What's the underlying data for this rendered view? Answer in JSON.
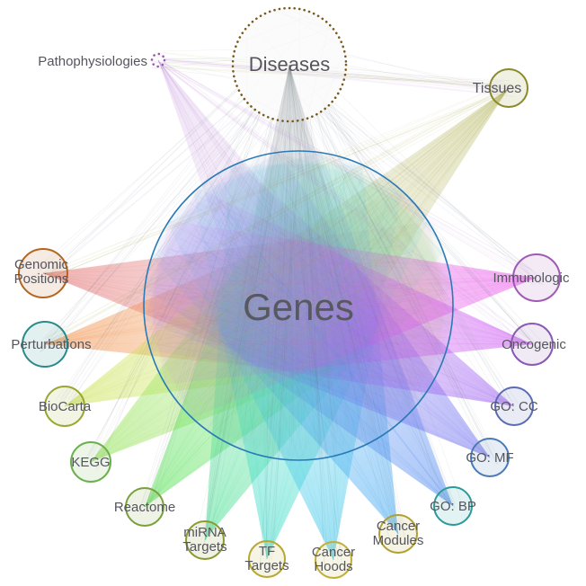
{
  "canvas": {
    "background": "#ffffff",
    "label_color": "#55555e"
  },
  "center_node": {
    "id": "genes",
    "label": "Genes",
    "color": "#2a7ab5"
  },
  "nodes": [
    {
      "id": "pathophysiologies",
      "label": "Pathophysiologies",
      "color": "#9b59b6",
      "fan": "#b070d0",
      "dotted": true
    },
    {
      "id": "diseases",
      "label": "Diseases",
      "color": "#7a5a20",
      "fan": "#78828c",
      "dotted": true
    },
    {
      "id": "tissues",
      "label": "Tissues",
      "color": "#8a8a2a",
      "fan": "#a0a030"
    },
    {
      "id": "genomic-positions",
      "label": "Genomic Positions",
      "color": "#b5651d",
      "fan": "#e06666"
    },
    {
      "id": "perturbations",
      "label": "Perturbations",
      "color": "#2a8a8a",
      "fan": "#f0883c"
    },
    {
      "id": "biocarta",
      "label": "BioCarta",
      "color": "#9aa832",
      "fan": "#c9e04a"
    },
    {
      "id": "kegg",
      "label": "KEGG",
      "color": "#6ab04c",
      "fan": "#8ce04a"
    },
    {
      "id": "reactome",
      "label": "Reactome",
      "color": "#7aa03c",
      "fan": "#4ade4a"
    },
    {
      "id": "mirna-targets",
      "label": "miRNA Targets",
      "color": "#8a9a30",
      "fan": "#3cdc8c"
    },
    {
      "id": "tf-targets",
      "label": "TF Targets",
      "color": "#b8a832",
      "fan": "#2fd8c4"
    },
    {
      "id": "cancer-hoods",
      "label": "Cancer Hoods",
      "color": "#c0b038",
      "fan": "#35c4e8"
    },
    {
      "id": "cancer-modules",
      "label": "Cancer Modules",
      "color": "#b0a030",
      "fan": "#3ba4f0"
    },
    {
      "id": "go-bp",
      "label": "GO: BP",
      "color": "#2a9a9a",
      "fan": "#4a86f0"
    },
    {
      "id": "go-mf",
      "label": "GO: MF",
      "color": "#4a7ab5",
      "fan": "#6a6af0"
    },
    {
      "id": "go-cc",
      "label": "GO: CC",
      "color": "#5a6ab5",
      "fan": "#9a5af0"
    },
    {
      "id": "oncogenic",
      "label": "Oncogenic",
      "color": "#8a5ab5",
      "fan": "#c84af0"
    },
    {
      "id": "immunologic",
      "label": "Immunologic",
      "color": "#a05ab5",
      "fan": "#e84ae8"
    }
  ],
  "edges": [
    {
      "from": "pathophysiologies",
      "to": "genes"
    },
    {
      "from": "diseases",
      "to": "genes"
    },
    {
      "from": "tissues",
      "to": "genes"
    },
    {
      "from": "genomic-positions",
      "to": "genes"
    },
    {
      "from": "perturbations",
      "to": "genes"
    },
    {
      "from": "biocarta",
      "to": "genes"
    },
    {
      "from": "kegg",
      "to": "genes"
    },
    {
      "from": "reactome",
      "to": "genes"
    },
    {
      "from": "mirna-targets",
      "to": "genes"
    },
    {
      "from": "tf-targets",
      "to": "genes"
    },
    {
      "from": "cancer-hoods",
      "to": "genes"
    },
    {
      "from": "cancer-modules",
      "to": "genes"
    },
    {
      "from": "go-bp",
      "to": "genes"
    },
    {
      "from": "go-mf",
      "to": "genes"
    },
    {
      "from": "go-cc",
      "to": "genes"
    },
    {
      "from": "oncogenic",
      "to": "genes"
    },
    {
      "from": "immunologic",
      "to": "genes"
    },
    {
      "from": "diseases",
      "to": "pathophysiologies"
    },
    {
      "from": "diseases",
      "to": "tissues"
    },
    {
      "from": "diseases",
      "to": "genomic-positions"
    },
    {
      "from": "diseases",
      "to": "perturbations"
    },
    {
      "from": "diseases",
      "to": "biocarta"
    },
    {
      "from": "diseases",
      "to": "kegg"
    },
    {
      "from": "diseases",
      "to": "reactome"
    },
    {
      "from": "diseases",
      "to": "mirna-targets"
    },
    {
      "from": "diseases",
      "to": "tf-targets"
    },
    {
      "from": "diseases",
      "to": "cancer-hoods"
    },
    {
      "from": "diseases",
      "to": "cancer-modules"
    },
    {
      "from": "diseases",
      "to": "go-bp"
    },
    {
      "from": "diseases",
      "to": "go-mf"
    },
    {
      "from": "diseases",
      "to": "go-cc"
    },
    {
      "from": "diseases",
      "to": "oncogenic"
    },
    {
      "from": "diseases",
      "to": "immunologic"
    },
    {
      "from": "tissues",
      "to": "pathophysiologies"
    },
    {
      "from": "tissues",
      "to": "genomic-positions"
    },
    {
      "from": "tissues",
      "to": "perturbations"
    },
    {
      "from": "pathophysiologies",
      "to": "tissues"
    },
    {
      "from": "pathophysiologies",
      "to": "immunologic"
    },
    {
      "from": "pathophysiologies",
      "to": "oncogenic"
    }
  ]
}
